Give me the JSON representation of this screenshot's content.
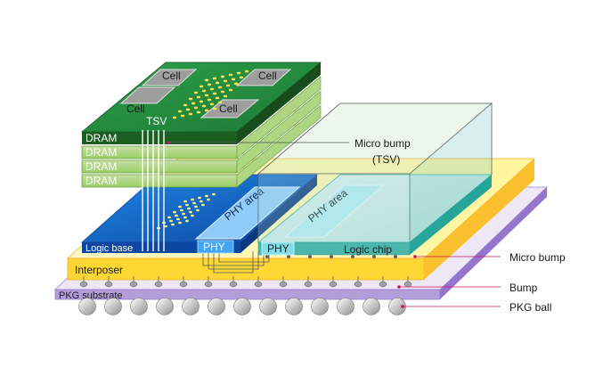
{
  "diagram": {
    "dram_cells": [
      "Cell",
      "Cell",
      "Cell",
      "Cell"
    ],
    "tsv_label": "TSV",
    "dram_layers": [
      "DRAM",
      "DRAM",
      "DRAM",
      "DRAM"
    ],
    "logic_base": "Logic base",
    "phy_base": "PHY",
    "phy_area_left": "PHY area",
    "phy_area_right": "PHY area",
    "phy_logic": "PHY",
    "logic_chip": "Logic chip",
    "interposer": "Interposer",
    "pkg_substrate": "PKG substrate",
    "callouts": {
      "micro_bump_tsv_line1": "Micro bump",
      "micro_bump_tsv_line2": "(TSV)",
      "micro_bump": "Micro bump",
      "bump": "Bump",
      "pkg_ball": "PKG ball"
    },
    "colors": {
      "dram_top": "#1e8a3c",
      "dram_layer": "#9ccc65",
      "logic_base": "#1565c0",
      "interposer": "#fff176",
      "substrate": "#b39ddb",
      "logic_chip": "#80cbc4",
      "callout_line": "#c2185b"
    }
  }
}
